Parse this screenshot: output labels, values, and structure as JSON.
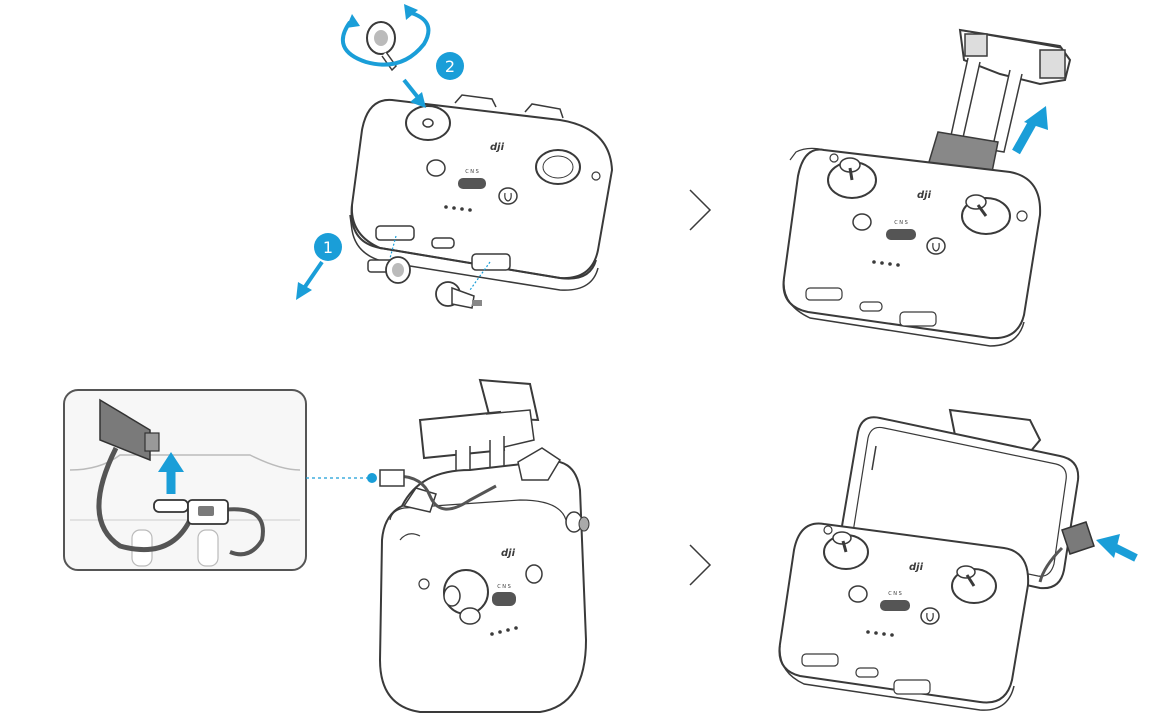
{
  "steps": {
    "one": "1",
    "two": "2"
  },
  "brand": {
    "logo": "dji"
  },
  "switch_labels": {
    "mode": "C N S"
  },
  "colors": {
    "accent": "#1a9ed8",
    "line": "#3a3a3a",
    "body_fill": "#ffffff",
    "shade": "#e9e9e9",
    "dark_part": "#7a7a7a"
  },
  "icons": {
    "next_step": "chevron-right-icon",
    "arrow": "blue-arrow-icon",
    "rotate": "rotate-icon"
  }
}
